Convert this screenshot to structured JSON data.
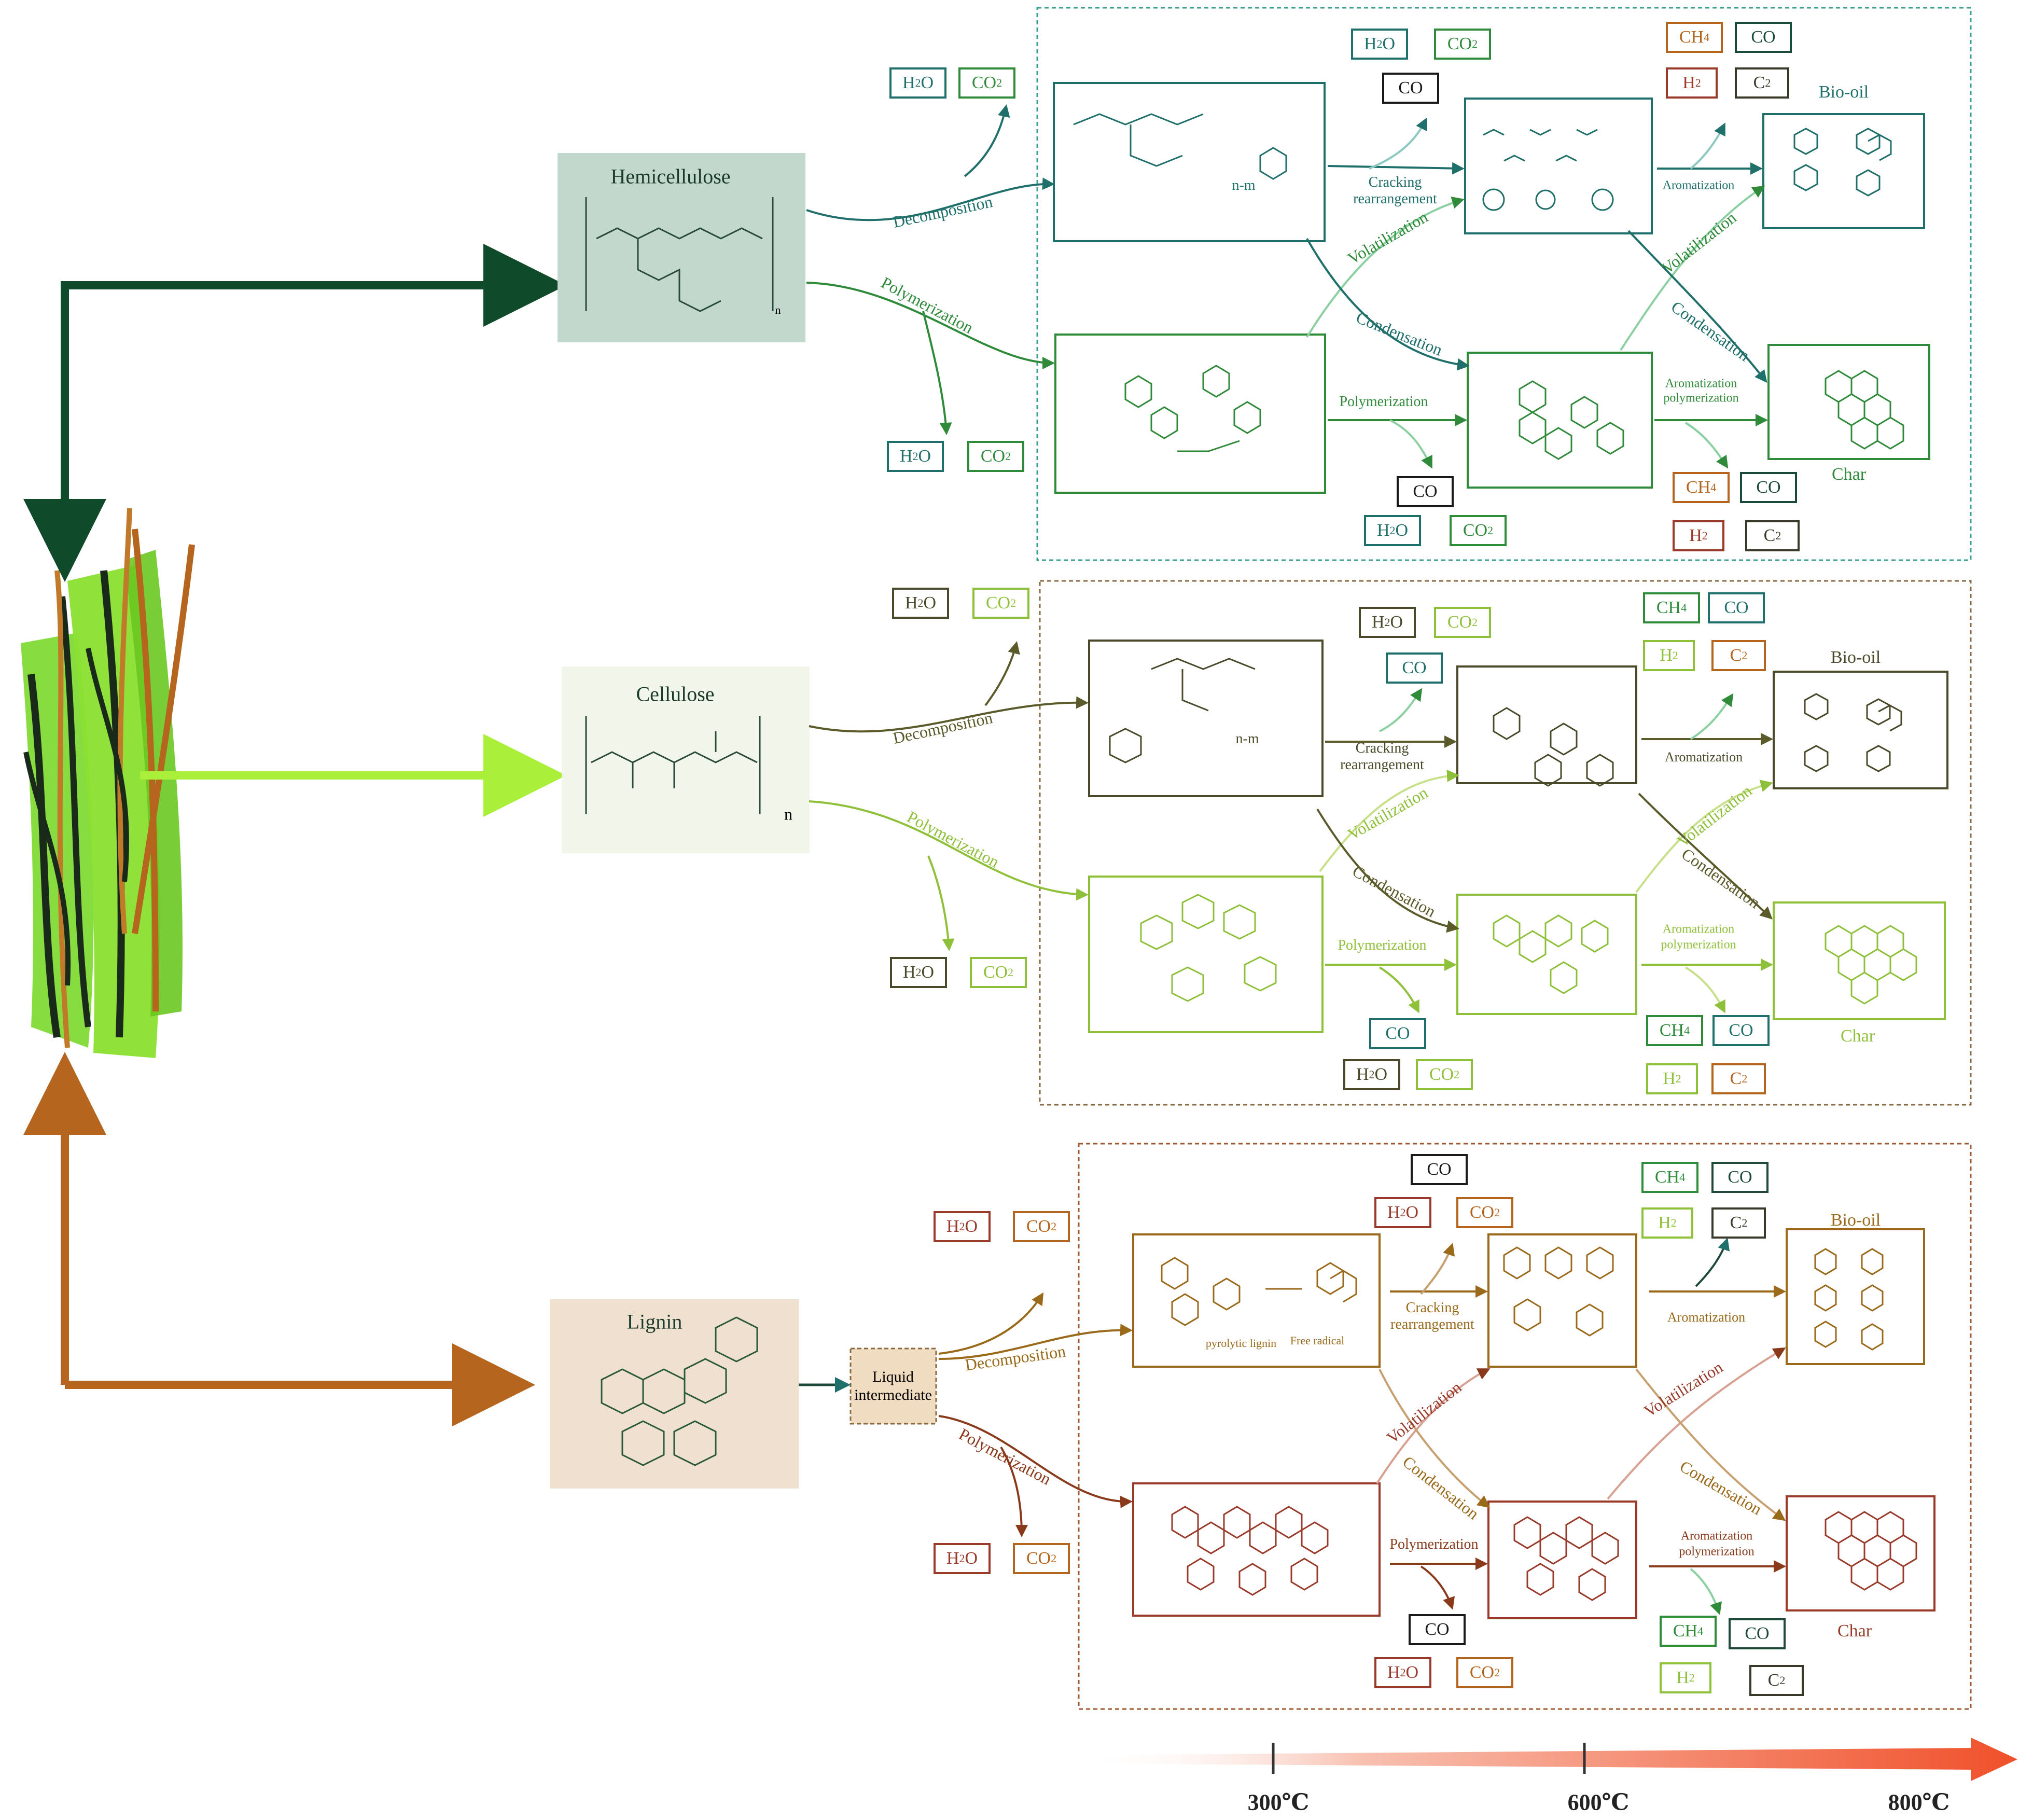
{
  "colors": {
    "hemi": "#1f6f6a",
    "hemiPoly": "#3a8a3a",
    "cell": "#5a5a2a",
    "cellLight": "#8fc03a",
    "lig": "#8a4a1a",
    "ligRed": "#9a3a2a",
    "dark": "#0f4a2a",
    "lime": "#aaf03a",
    "orange": "#b5651d"
  },
  "boxes": {
    "hemicellulose": {
      "title": "Hemicellulose",
      "subscript": "n"
    },
    "cellulose": {
      "title": "Cellulose",
      "subscript": "n"
    },
    "lignin": {
      "title": "Lignin"
    },
    "liquid": {
      "line1": "Liquid",
      "line2": "intermediate"
    }
  },
  "hemi": {
    "decomposition": "Decomposition",
    "polymerization": "Polymerization",
    "cracking1": "Cracking",
    "cracking2": "rearrangement",
    "aromatization": "Aromatization",
    "volatilization1": "Volatilization",
    "volatilization2": "Volatilization",
    "condensation1": "Condensation",
    "condensation2": "Condensation",
    "polymerization2": "Polymerization",
    "aromPoly1": "Aromatization",
    "aromPoly2": "polymerization",
    "biooil": "Bio-oil",
    "char": "Char",
    "nm": "n-m"
  },
  "cell": {
    "decomposition": "Decomposition",
    "polymerization": "Polymerization",
    "cracking1": "Cracking",
    "cracking2": "rearrangement",
    "aromatization": "Aromatization",
    "volatilization1": "Volatilization",
    "volatilization2": "Volatilization",
    "condensation1": "Condensation",
    "condensation2": "Condensation",
    "polymerization2": "Polymerization",
    "aromPoly1": "Aromatization",
    "aromPoly2": "polymerization",
    "biooil": "Bio-oil",
    "char": "Char",
    "nm": "n-m"
  },
  "lig": {
    "decomposition": "Decomposition",
    "polymerization": "Polymerization",
    "cracking1": "Cracking",
    "cracking2": "rearrangement",
    "aromatization": "Aromatization",
    "volatilization1": "Volatilization",
    "volatilization2": "Volatilization",
    "condensation1": "Condensation",
    "condensation2": "Condensation",
    "polymerization2": "Polymerization",
    "aromPoly1": "Aromatization",
    "aromPoly2": "polymerization",
    "biooil": "Bio-oil",
    "char": "Char",
    "pyrolytic": "pyrolytic lignin",
    "freeradical": "Free radical"
  },
  "gases": {
    "h2o_a": "H",
    "h2o_b": "2",
    "h2o_c": "O",
    "co2_a": "CO",
    "co2_b": "2",
    "ch4_a": "CH",
    "ch4_b": "4",
    "h2_a": "H",
    "h2_b": "2",
    "c2_a": "C",
    "c2_b": "2",
    "co": "CO"
  },
  "temperature": {
    "t1": "300℃",
    "t2": "600℃",
    "t3": "800℃"
  }
}
